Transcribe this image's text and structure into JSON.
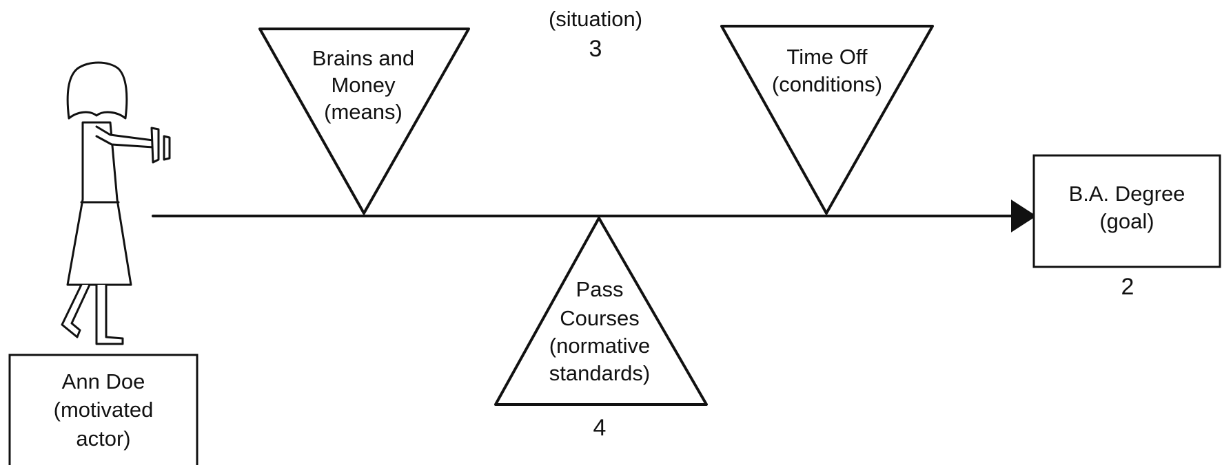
{
  "situation": {
    "label": "(situation)",
    "number": "3"
  },
  "means": {
    "lines": [
      "Brains and",
      "Money",
      "(means)"
    ]
  },
  "conditions": {
    "lines": [
      "Time Off",
      "(conditions)"
    ]
  },
  "normative_standards": {
    "lines": [
      "Pass",
      "Courses",
      "(normative",
      "standards)"
    ],
    "number": "4"
  },
  "goal": {
    "lines": [
      "B.A. Degree",
      "(goal)"
    ],
    "number": "2"
  },
  "actor": {
    "lines": [
      "Ann Doe",
      "(motivated",
      "actor)"
    ]
  },
  "colors": {
    "ink": "#111111",
    "background": "#ffffff"
  }
}
